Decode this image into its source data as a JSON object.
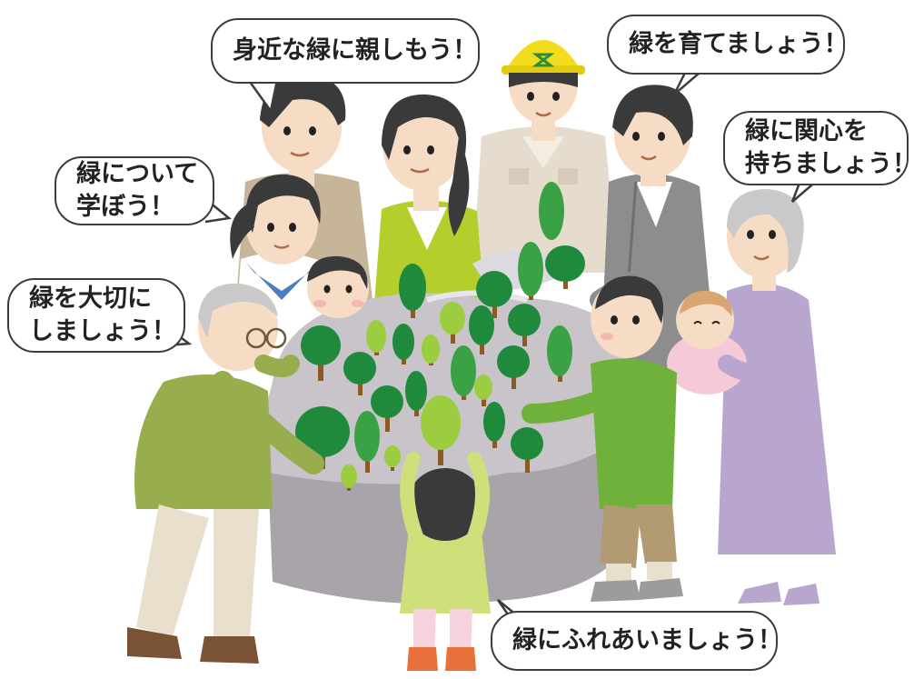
{
  "speech_bubbles": {
    "top_left": "身近な緑に親しもう！",
    "top_right": "緑を育てましょう！",
    "right_line1": "緑に関心を",
    "right_line2": "持ちましょう！",
    "left_upper_line1": "緑について",
    "left_upper_line2": "学ぼう！",
    "left_lower_line1": "緑を大切に",
    "left_lower_line2": "しましょう！",
    "bottom": "緑にふれあいましょう！"
  },
  "colors": {
    "bubble_border": "#3c3c3c",
    "text": "#222222",
    "hair": "#3a3a3a",
    "skin": "#f6dcc4",
    "model_base": "#c9c4c9",
    "model_side": "#a9a4aa",
    "tree_dark": "#1f8a3c",
    "tree_mid": "#3aa244",
    "tree_light": "#9ccc40",
    "trunk": "#8a5a28",
    "helmet": "#f2dd1c",
    "shirt_green": "#6fb13a",
    "shirt_yellow_green": "#b4cf2b",
    "grandpa_shirt": "#98ad4e",
    "grandma_dress": "#b9a6cf",
    "worker_uniform": "#e5dccd",
    "dad_jacket": "#8d8d8d"
  }
}
